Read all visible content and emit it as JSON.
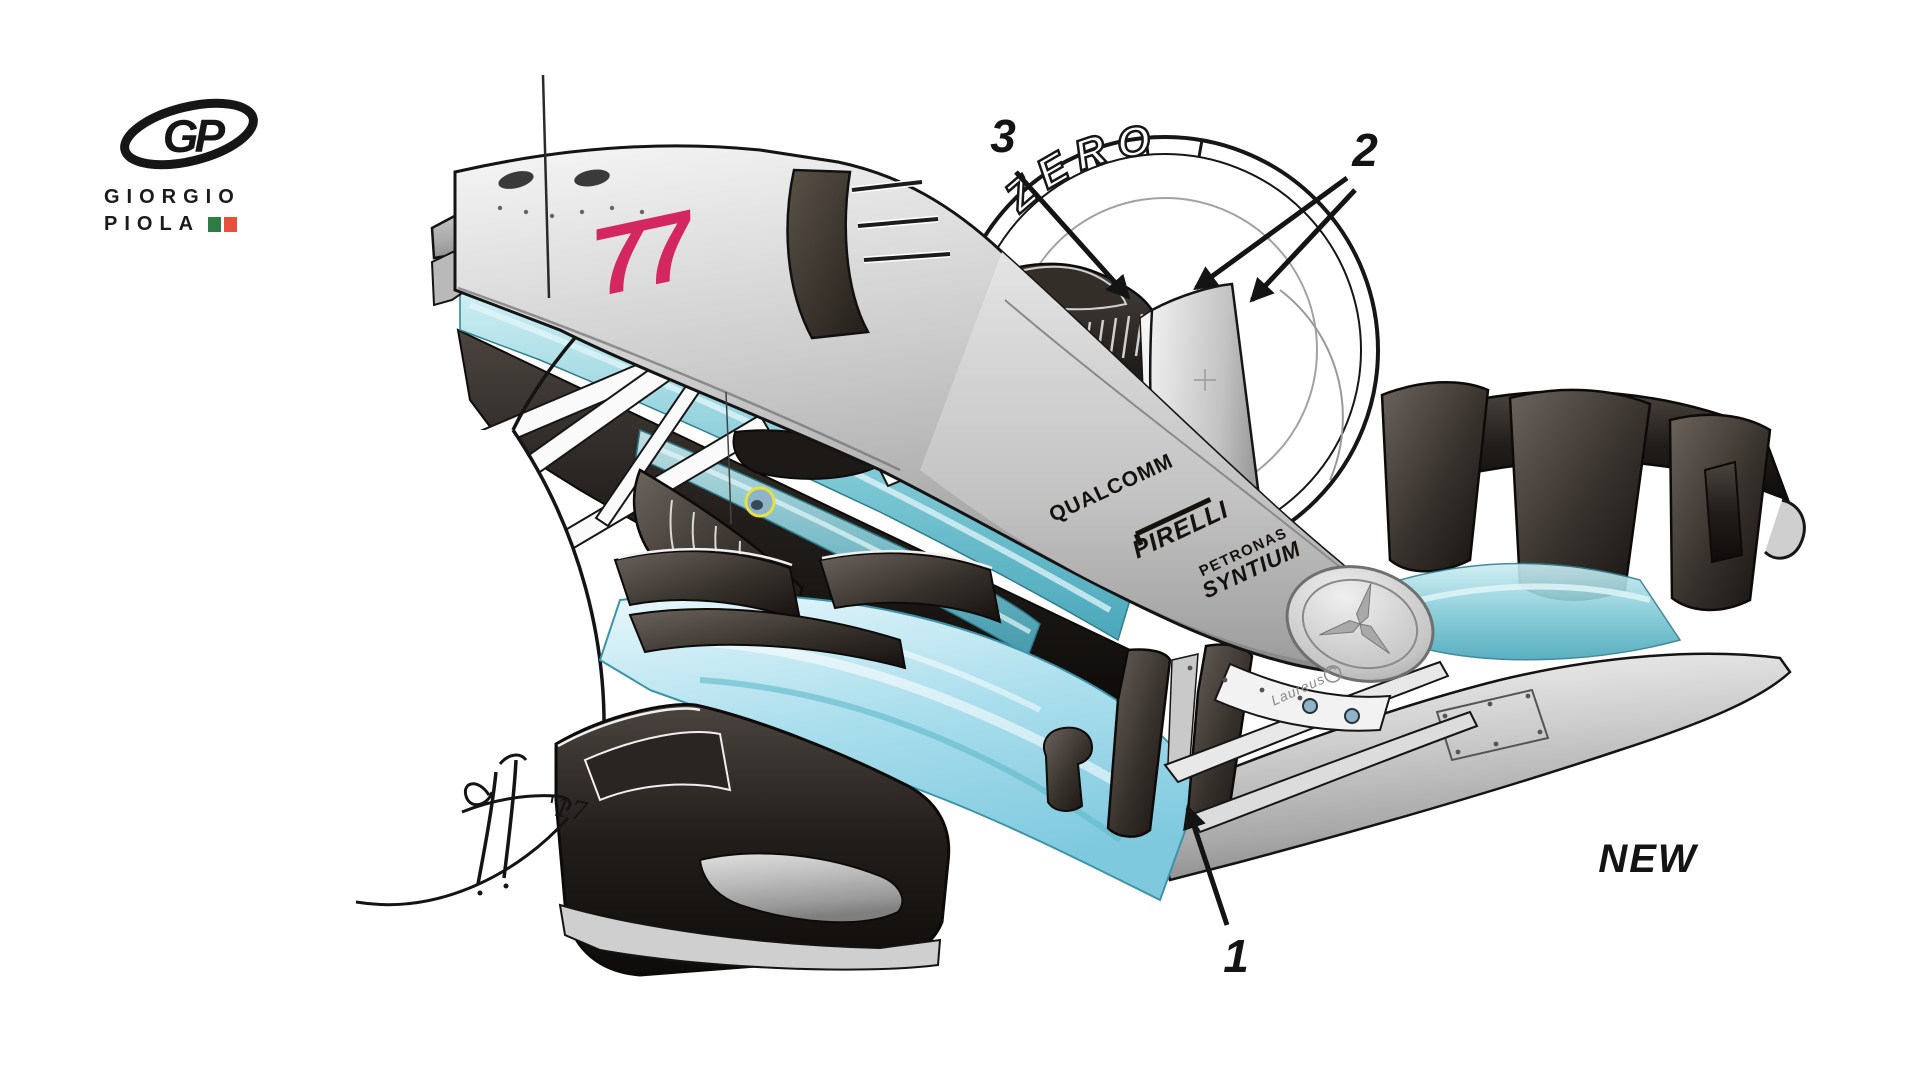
{
  "artist": {
    "monogram": "GP",
    "first_name": "GIORGIO",
    "last_name": "PIOLA"
  },
  "car": {
    "race_number": "77",
    "tyre_branding": "P ZERO",
    "sponsors": {
      "qualcomm": "QUALCOMM",
      "pirelli": "PIRELLI",
      "petronas": "PETRONAS",
      "syntium": "SYNTIUM",
      "laureus": "Laureus"
    }
  },
  "callouts": {
    "one": "1",
    "two": "2",
    "three": "3",
    "new_label": "NEW"
  },
  "signature": {
    "year_mark": "'17"
  },
  "colors": {
    "race_number_pink": "#d4275f",
    "livery_teal": "#6fc4d4",
    "wing_cyan": "#aadeed",
    "carbon_dark": "#17130f",
    "silver_body": "#c9c9c9",
    "flag_green": "#2e7d46",
    "flag_red": "#e8503c",
    "ink": "#141414"
  }
}
